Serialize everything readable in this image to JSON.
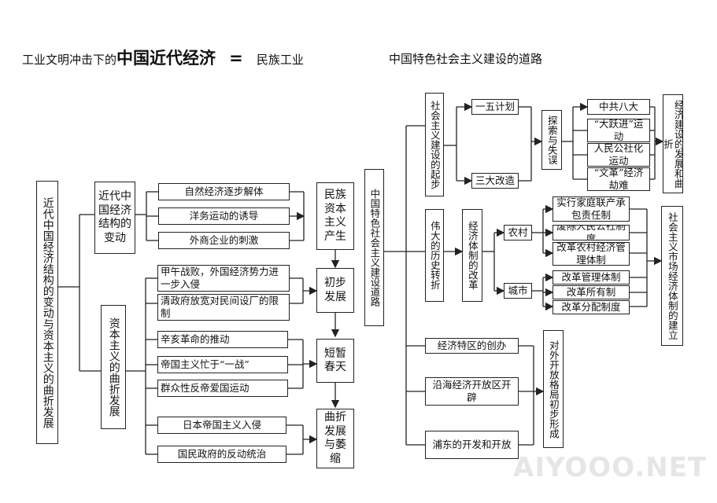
{
  "title": {
    "prefix": "工业文明冲击下的",
    "main": "中国近代经济",
    "equals": "=",
    "national": "民族工业",
    "socialist": "中国特色社会主义建设的道路"
  },
  "left": {
    "root": "近代中国经济结构的变动与资本主义的曲折发展",
    "structure_change": "近代中国经济结构的变动",
    "capitalism_twists": "资本主义的曲折发展",
    "factors_group1": [
      "自然经济逐步解体",
      "洋务运动的诱导",
      "外商企业的刺激"
    ],
    "factors_group2": [
      "甲午战败，外国经济势力进一步入侵",
      "清政府放宽对民间设厂的限制"
    ],
    "factors_group3": [
      "辛亥革命的推动",
      "帝国主义忙于“一战”",
      "群众性反帝爱国运动"
    ],
    "factors_group4": [
      "日本帝国主义入侵",
      "国民政府的反动统治"
    ],
    "stages": [
      "民族资本主义产生",
      "初步发展",
      "短暂春天",
      "曲折发展与萎缩"
    ]
  },
  "right": {
    "root": "中国特色社会主义建设道路",
    "early": {
      "label": "社会主义建设的起步",
      "items": [
        "一五计划",
        "三大改造"
      ],
      "explore": "探索与失误",
      "explore_items": [
        "中共八大",
        "“大跃进”运动",
        "人民公社化运动",
        "“文革”经济劫难"
      ],
      "result": "经济建设的发展和曲折"
    },
    "turn": {
      "label": "伟大的历史转折",
      "reform": "经济体制的改革",
      "rural": "农村",
      "rural_items": [
        "实行家庭联产承包责任制",
        "废除人民公社制度",
        "改革农村经济管理体制"
      ],
      "urban": "城市",
      "urban_items": [
        "改革管理体制",
        "改革所有制",
        "改革分配制度"
      ],
      "result": "社会主义市场经济体制的建立"
    },
    "opening": {
      "items": [
        "经济特区的创办",
        "沿海经济开放区开辟",
        "浦东的开发和开放"
      ],
      "result": "对外开放格局初步形成"
    }
  },
  "watermark": "AIYOOO.NET"
}
